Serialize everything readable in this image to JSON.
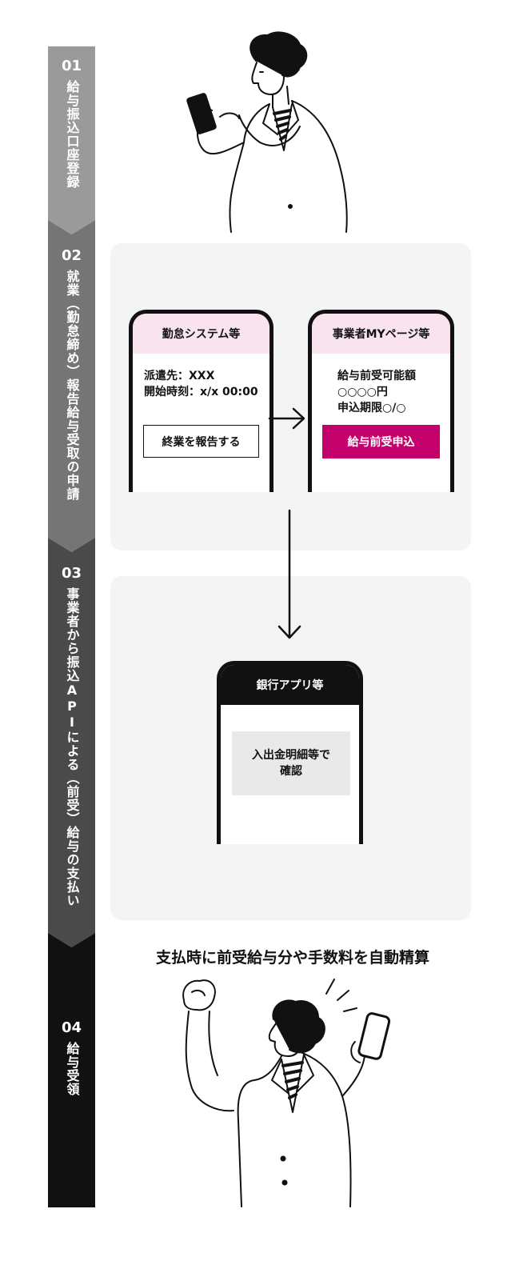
{
  "steps": [
    {
      "num": "01",
      "label": "給与振込口座登録"
    },
    {
      "num": "02",
      "label": "就業︵勤怠締め︶報告給与受取の申請"
    },
    {
      "num": "03",
      "label": "事業者から振込APIによる︵前受︶給与の支払い"
    },
    {
      "num": "04",
      "label": "給与受領"
    }
  ],
  "phone_attendance": {
    "header": "勤怠システム等",
    "line1": "派遣先：XXX",
    "line2": "開始時刻：x/x 00:00",
    "button": "終業を報告する"
  },
  "phone_mypage": {
    "header": "事業者MYページ等",
    "line1": "給与前受可能額",
    "line2": "○○○○円",
    "line3": "申込期限○/○",
    "button": "給与前受申込"
  },
  "phone_bank": {
    "header": "銀行アプリ等",
    "line1": "入出金明細等で",
    "line2": "確認"
  },
  "caption": "支払時に前受給与分や手数料を自動精算",
  "colors": {
    "step1": "#9a9a9a",
    "step2": "#757575",
    "step3": "#4a4a4a",
    "step4": "#111111",
    "accent": "#c4006a",
    "header_pink": "#f8e3ee",
    "panel": "#f4f4f4"
  }
}
